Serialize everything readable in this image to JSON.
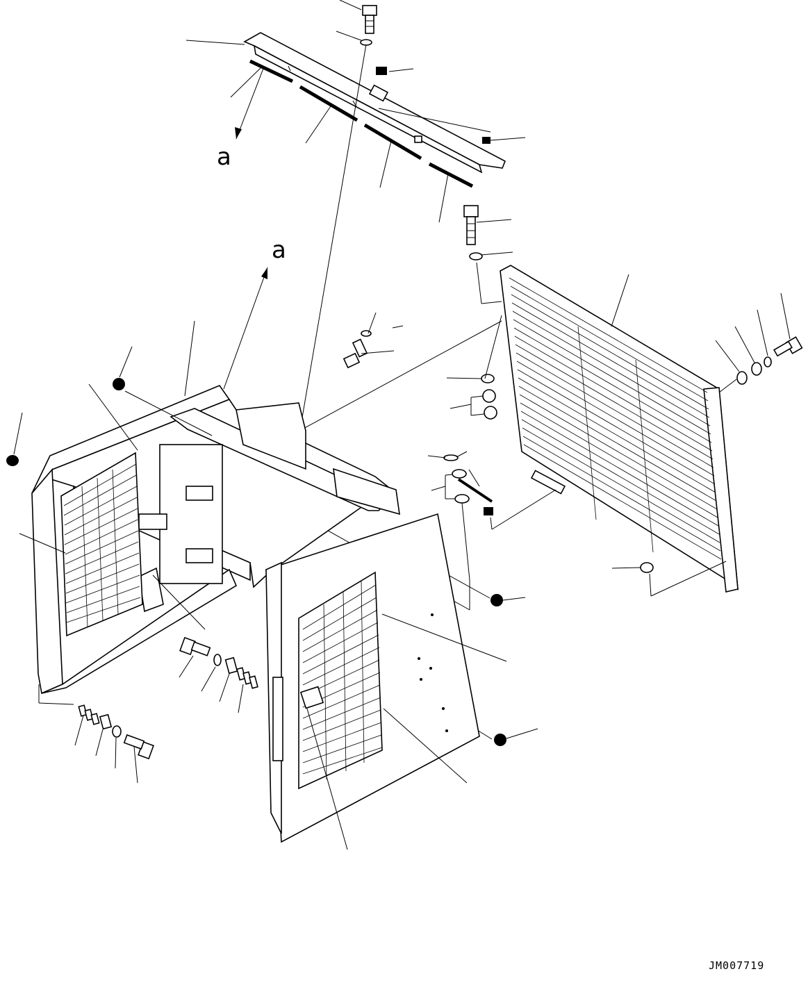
{
  "view_labels": {
    "arrow_label_top": "a",
    "arrow_label_mid": "a"
  },
  "drawing_number": "JM007719",
  "colors": {
    "ink": "#000000",
    "paper": "#ffffff"
  }
}
